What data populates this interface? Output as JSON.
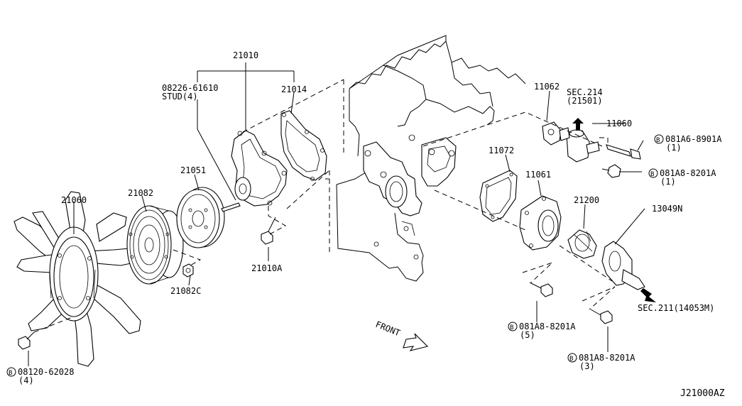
{
  "diagram_id": "J21000AZ",
  "labels": {
    "water_pump_assy": "21010",
    "stud_pn": "08226-61610",
    "stud_qty": "STUD(4)",
    "gasket": "21014",
    "pulley": "21051",
    "fan_coupling": "21082",
    "fan": "21060",
    "pump_bolt": "21010A",
    "coupling_nut": "21082C",
    "fan_bolt_pn": "08120-62028",
    "fan_bolt_qty": "(4)",
    "sensor_bracket": "11062",
    "sec214": "SEC.214",
    "sec214_ref": "(21501)",
    "outlet": "11060",
    "bolt_a_pn": "081A6-8901A",
    "bolt_a_qty": "(1)",
    "bolt_b_pn": "081A8-8201A",
    "bolt_b_qty": "(1)",
    "gasket_11072": "11072",
    "housing": "11061",
    "thermostat": "21200",
    "inlet": "13049N",
    "sec211": "SEC.211(14053M)",
    "bolt_c_pn": "081A8-8201A",
    "bolt_c_qty": "(5)",
    "bolt_d_pn": "081A8-8201A",
    "bolt_d_qty": "(3)",
    "front": "FRONT",
    "bolt_marker": "B"
  }
}
